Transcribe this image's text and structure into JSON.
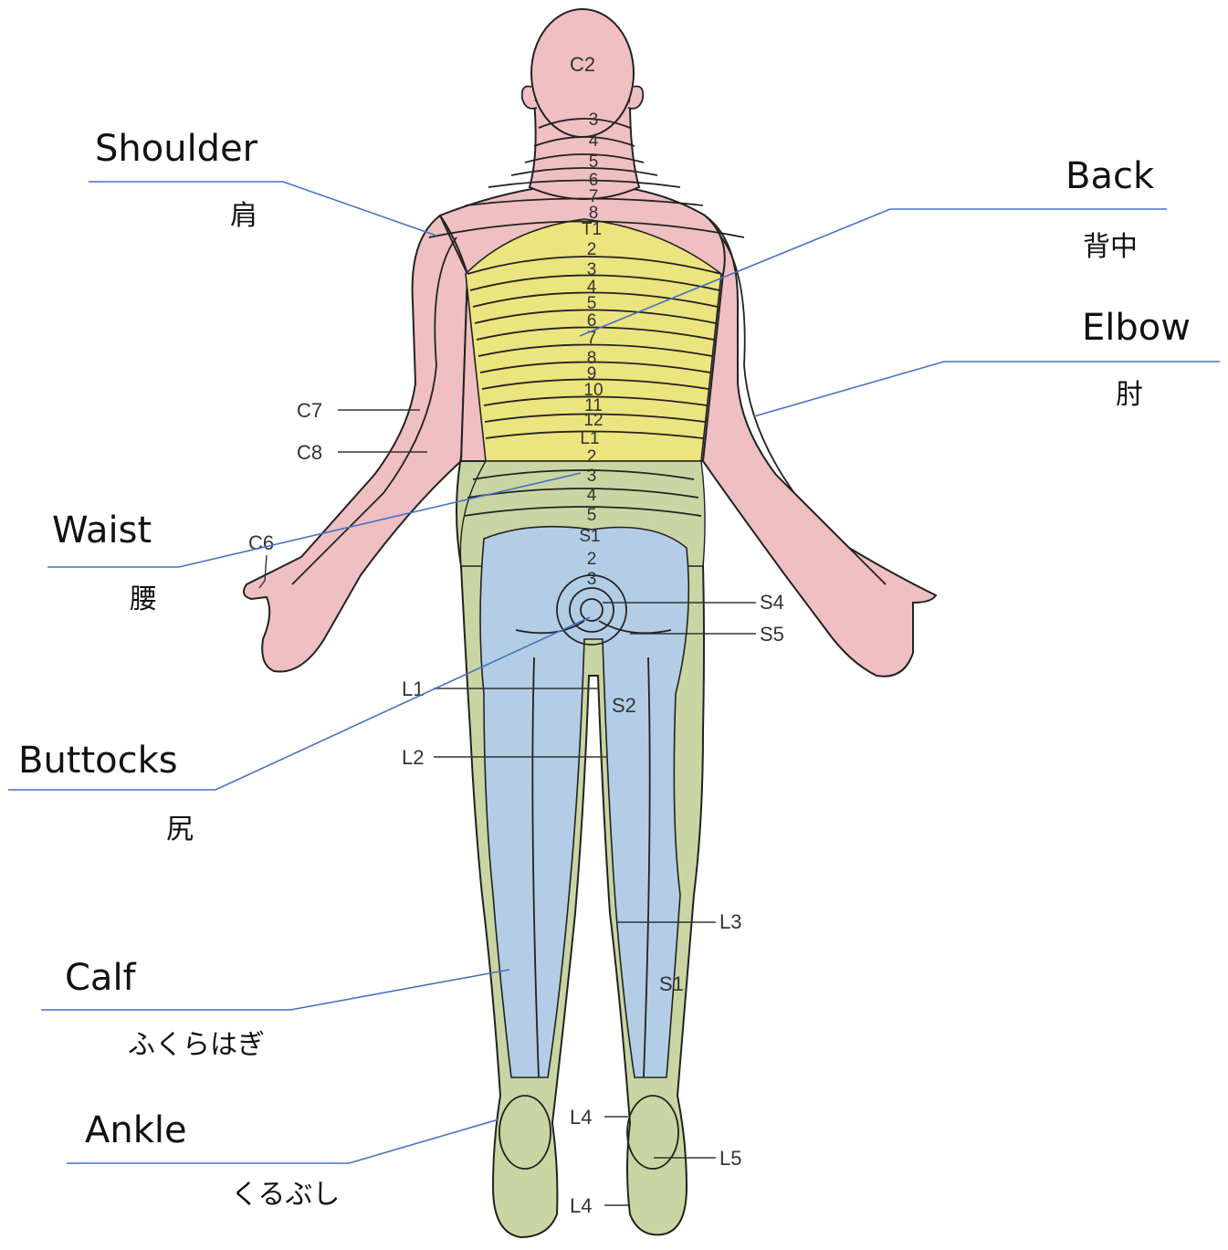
{
  "labels": {
    "shoulder": {
      "en": "Shoulder",
      "jp": "肩"
    },
    "back": {
      "en": "Back",
      "jp": "背中"
    },
    "elbow": {
      "en": "Elbow",
      "jp": "肘"
    },
    "waist": {
      "en": "Waist",
      "jp": "腰"
    },
    "buttocks": {
      "en": "Buttocks",
      "jp": "尻"
    },
    "calf": {
      "en": "Calf",
      "jp": "ふくらはぎ"
    },
    "ankle": {
      "en": "Ankle",
      "jp": "くるぶし"
    }
  },
  "dermatomes": {
    "head": "C2",
    "cervical": [
      "3",
      "4",
      "5",
      "6",
      "7",
      "8"
    ],
    "thoracic": [
      "T1",
      "2",
      "3",
      "4",
      "5",
      "6",
      "7",
      "8",
      "9",
      "10",
      "11",
      "12"
    ],
    "lumbar": [
      "L1",
      "2",
      "3",
      "4",
      "5"
    ],
    "sacral": [
      "S1",
      "2",
      "3"
    ],
    "side_labels": {
      "c7": "C7",
      "c8": "C8",
      "c6": "C6",
      "s4": "S4",
      "s5": "S5",
      "l1": "L1",
      "s2": "S2",
      "l2": "L2",
      "l3": "L3",
      "s1": "S1",
      "l4_upper": "L4",
      "l5": "L5",
      "l4_lower": "L4"
    }
  },
  "colors": {
    "cervical": "#efbfc2",
    "thoracic": "#ece47e",
    "lumbar": "#c9d6a3",
    "sacral": "#b3cde6",
    "outline": "#222222",
    "leader": "#4472c4"
  }
}
